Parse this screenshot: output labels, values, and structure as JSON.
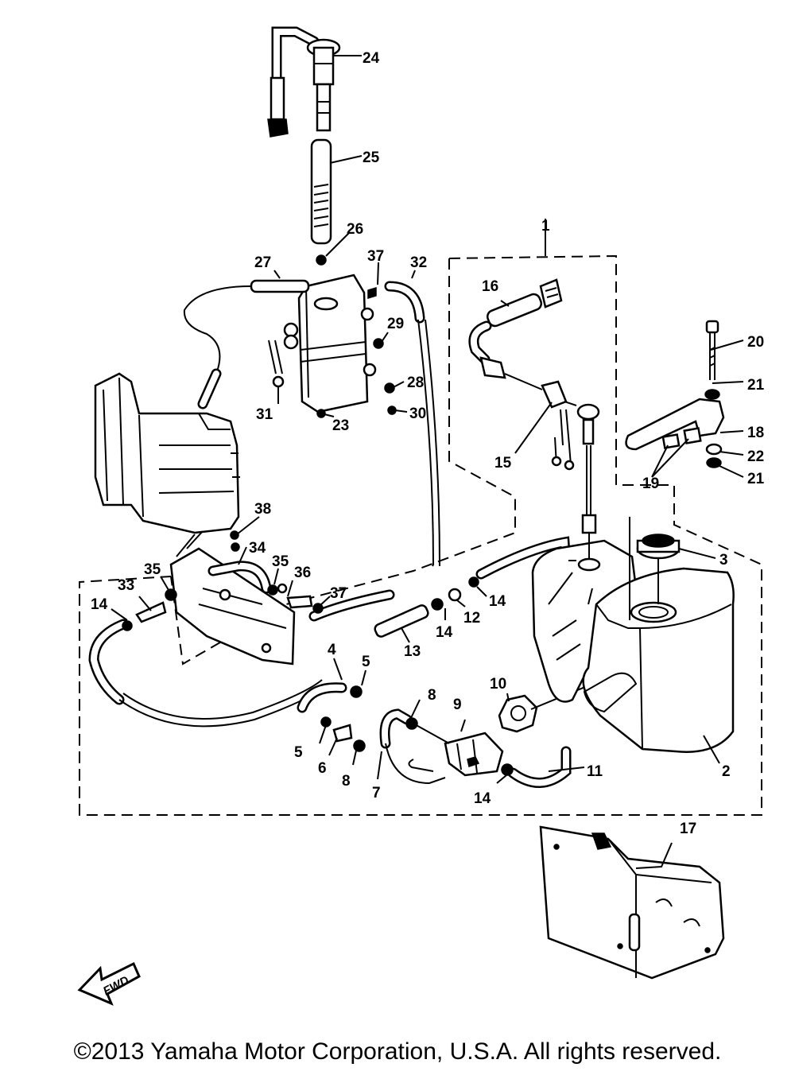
{
  "diagram": {
    "callouts": [
      "1",
      "2",
      "3",
      "4",
      "5",
      "5",
      "6",
      "7",
      "8",
      "8",
      "9",
      "10",
      "11",
      "12",
      "13",
      "14",
      "14",
      "14",
      "14",
      "15",
      "16",
      "17",
      "18",
      "19",
      "20",
      "21",
      "21",
      "22",
      "23",
      "24",
      "25",
      "26",
      "27",
      "28",
      "29",
      "30",
      "31",
      "32",
      "33",
      "34",
      "35",
      "35",
      "36",
      "37",
      "37",
      "38"
    ],
    "fwd_label": "FWD"
  },
  "footer": {
    "copyright": "©2013 Yamaha Motor Corporation, U.S.A. All rights reserved."
  }
}
